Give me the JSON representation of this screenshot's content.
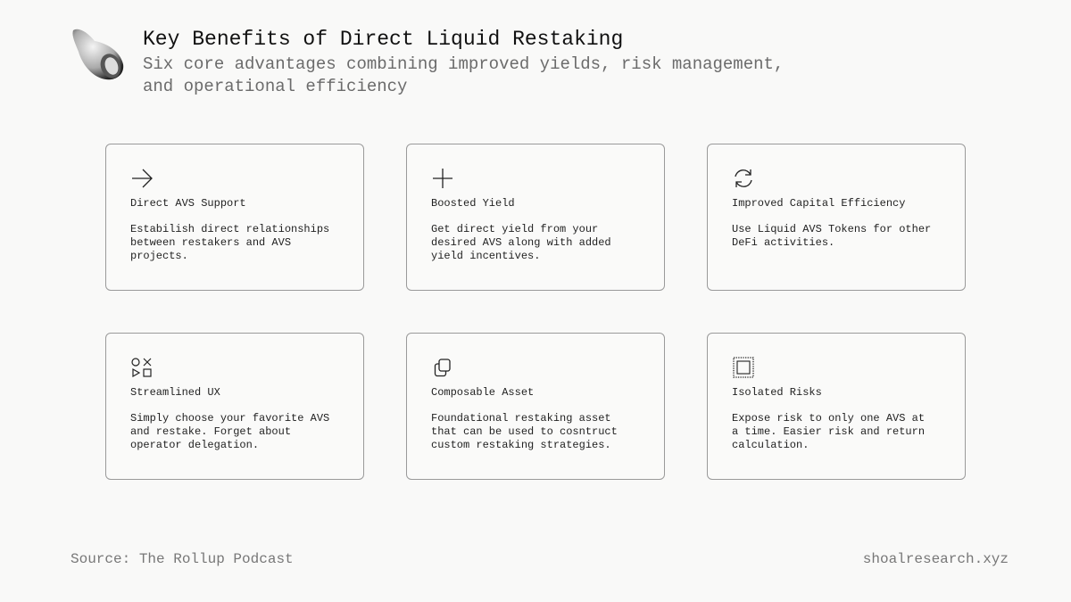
{
  "header": {
    "title": "Key Benefits of Direct Liquid Restaking",
    "subtitle": "Six core advantages combining improved yields, risk management, and operational efficiency"
  },
  "cards": [
    {
      "icon": "arrow-right-icon",
      "title": "Direct AVS Support",
      "desc": "Estabilish direct relationships\nbetween restakers and AVS\nprojects."
    },
    {
      "icon": "plus-icon",
      "title": "Boosted Yield",
      "desc": "Get direct yield from your\ndesired AVS along with added\nyield incentives."
    },
    {
      "icon": "refresh-icon",
      "title": "Improved Capital Efficiency",
      "desc": "Use Liquid AVS Tokens for other\nDeFi activities."
    },
    {
      "icon": "shapes-icon",
      "title": "Streamlined UX",
      "desc": "Simply choose your favorite AVS\nand restake. Forget about\noperator delegation."
    },
    {
      "icon": "copy-icon",
      "title": "Composable Asset",
      "desc": "Foundational restaking asset\nthat can be used to cosntruct\ncustom restaking strategies."
    },
    {
      "icon": "dotted-square-icon",
      "title": "Isolated Risks",
      "desc": "Expose risk to only one AVS at\na time. Easier risk and return\ncalculation."
    }
  ],
  "footer": {
    "source": "Source: The Rollup Podcast",
    "site": "shoalresearch.xyz"
  }
}
